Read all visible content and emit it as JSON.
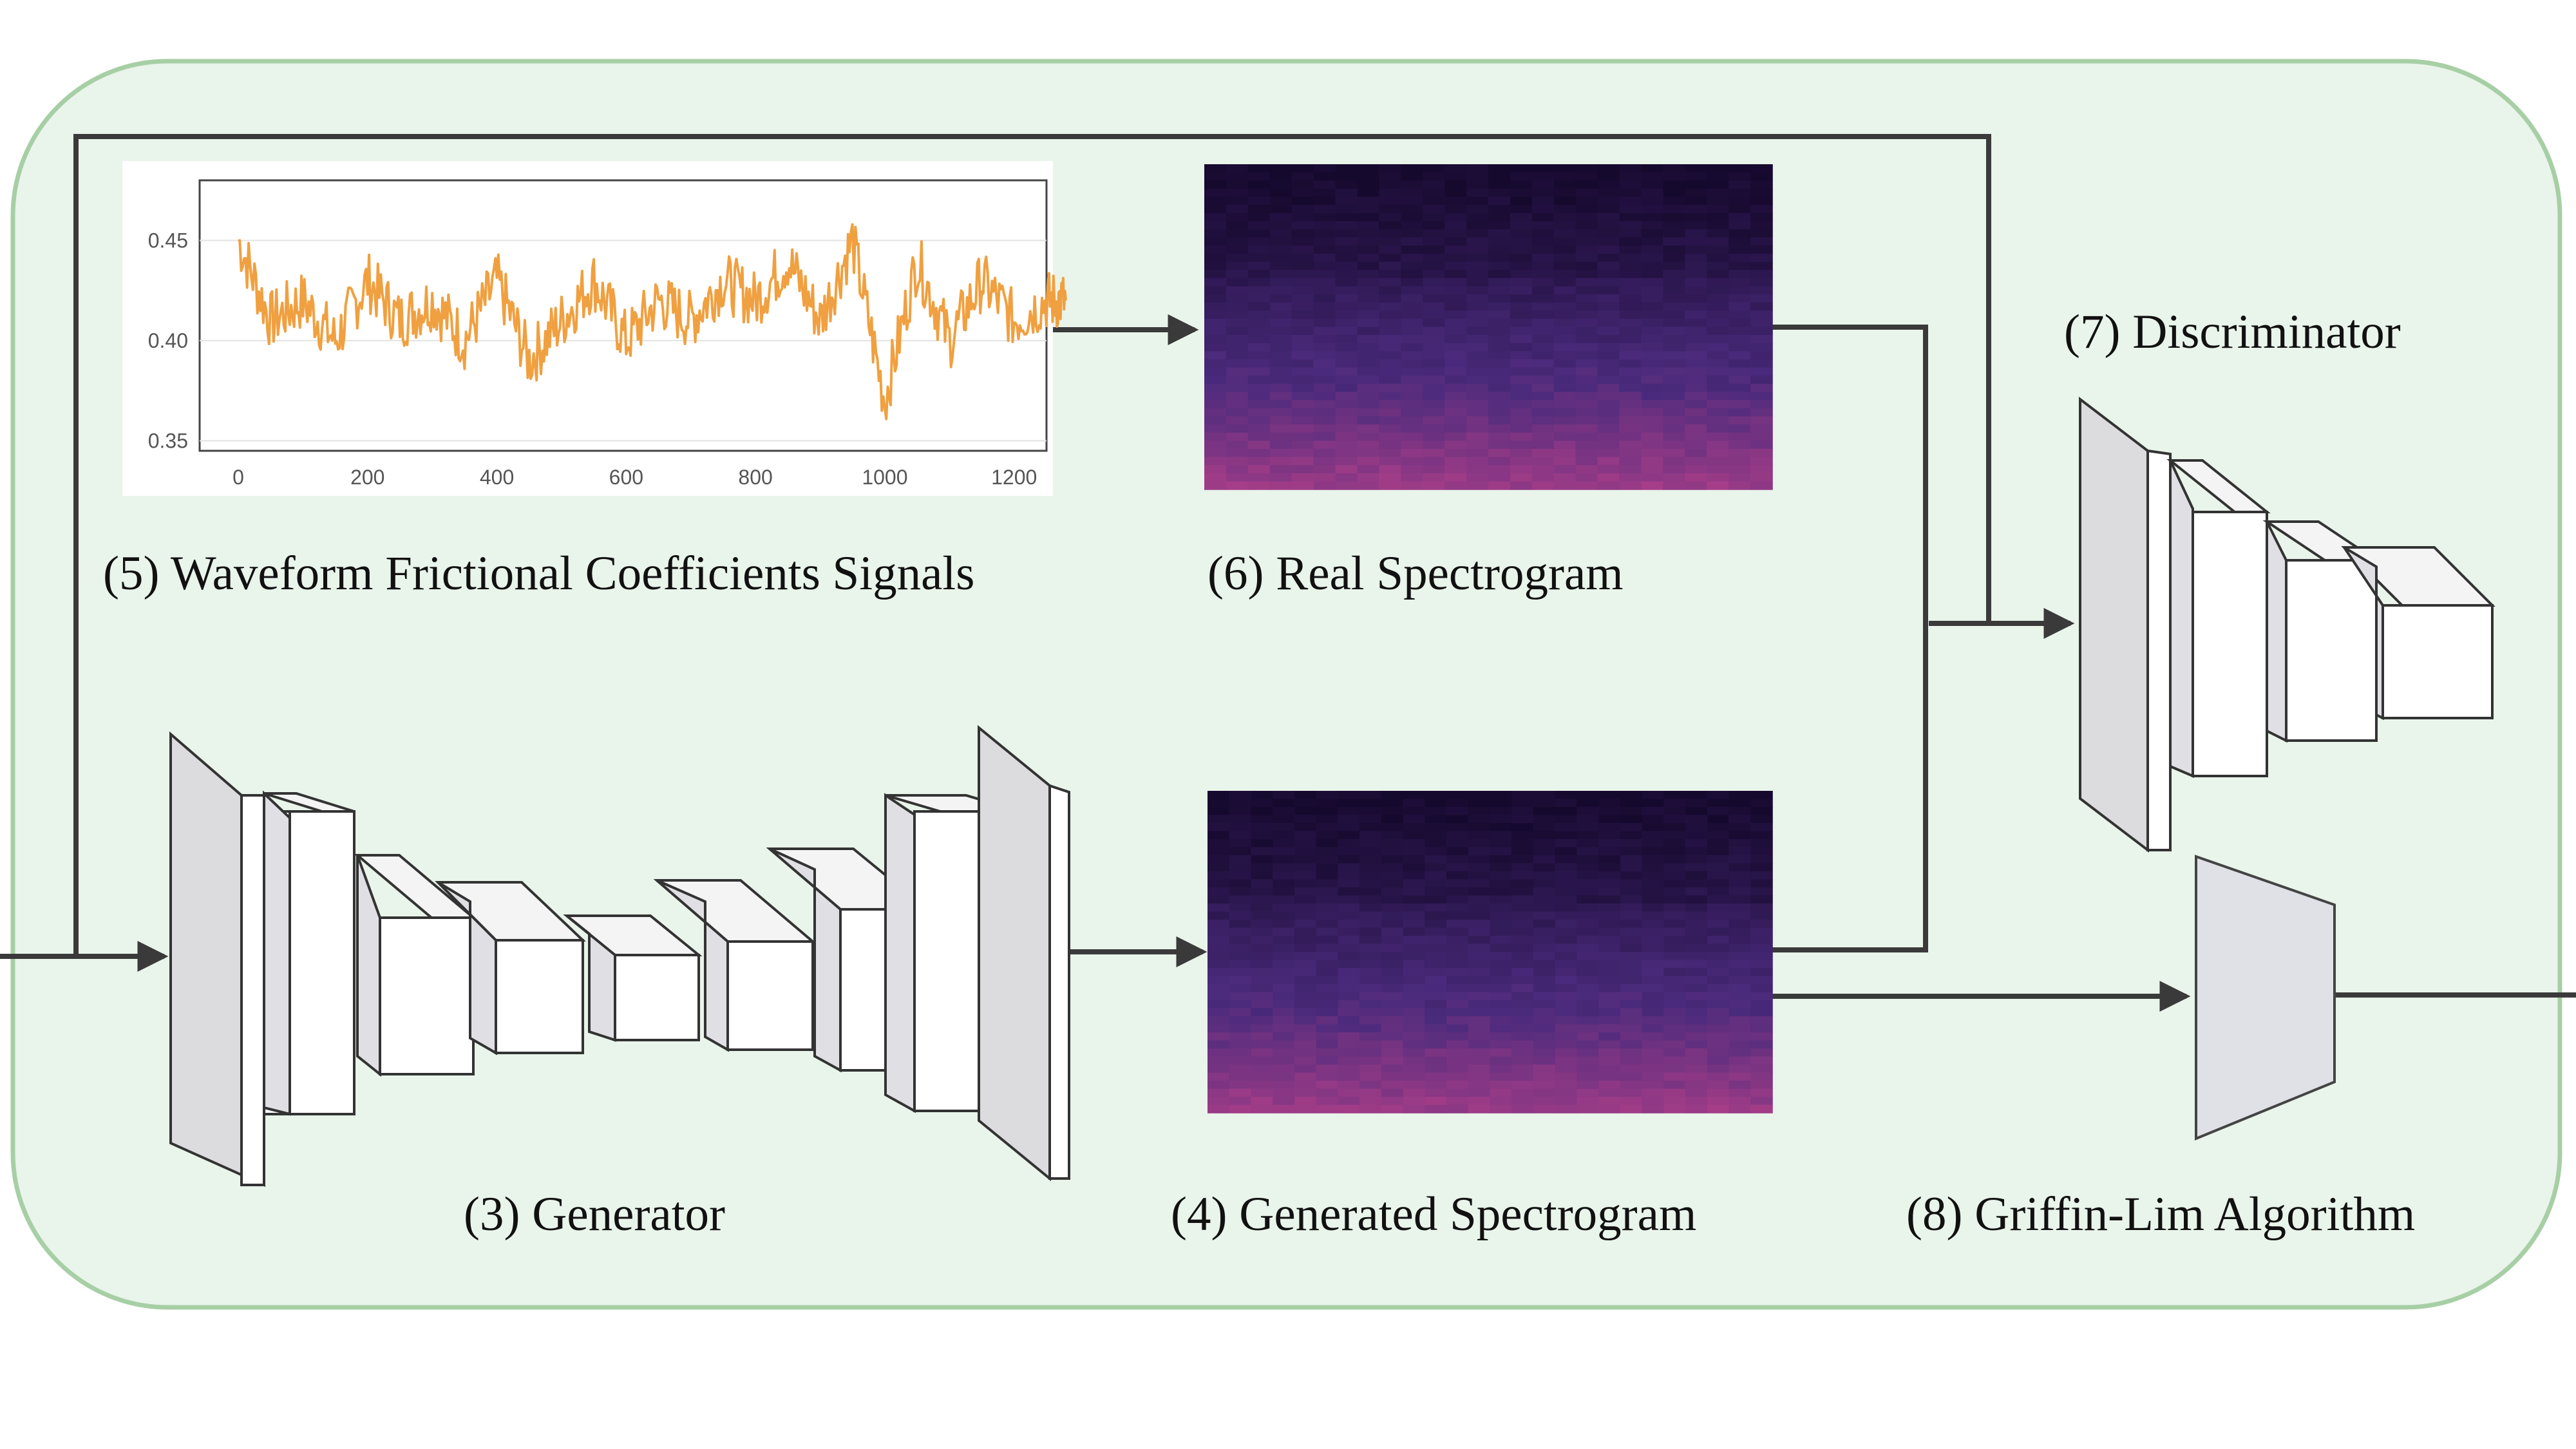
{
  "labels": {
    "waveform": "(5) Waveform Frictional Coefficients Signals",
    "real_spectrogram": "(6) Real Spectrogram",
    "discriminator": "(7) Discriminator",
    "generator": "(3) Generator",
    "generated_spectrogram": "(4) Generated Spectrogram",
    "griffin_lim": "(8) Griffin-Lim Algorithm"
  },
  "colors": {
    "panel_fill": "#e9f4ea",
    "panel_border": "#a7cfa5",
    "waveform_line": "#f0a040",
    "spectrogram_dark": "#16092e",
    "spectrogram_mid": "#4a2a7c",
    "spectrogram_bright": "#b8418a"
  },
  "chart_data": {
    "type": "line",
    "series": [
      {
        "color": "#f0a040",
        "x": [
          0,
          50,
          100,
          150,
          200,
          250,
          300,
          350,
          400,
          450,
          500,
          550,
          600,
          650,
          700,
          750,
          800,
          850,
          900,
          950,
          1000,
          1050,
          1100,
          1150,
          1200,
          1250,
          1280
        ],
        "values": [
          0.45,
          0.41,
          0.42,
          0.4,
          0.43,
          0.41,
          0.42,
          0.4,
          0.43,
          0.39,
          0.41,
          0.43,
          0.4,
          0.42,
          0.41,
          0.43,
          0.42,
          0.44,
          0.41,
          0.45,
          0.37,
          0.44,
          0.4,
          0.43,
          0.41,
          0.42,
          0.42
        ]
      }
    ],
    "xticks": [
      "0",
      "200",
      "400",
      "600",
      "800",
      "1000",
      "1200"
    ],
    "yticks": [
      "0.35",
      "0.40",
      "0.45"
    ],
    "xlim": [
      0,
      1280
    ],
    "ylim": [
      0.345,
      0.48
    ],
    "grid": true
  }
}
